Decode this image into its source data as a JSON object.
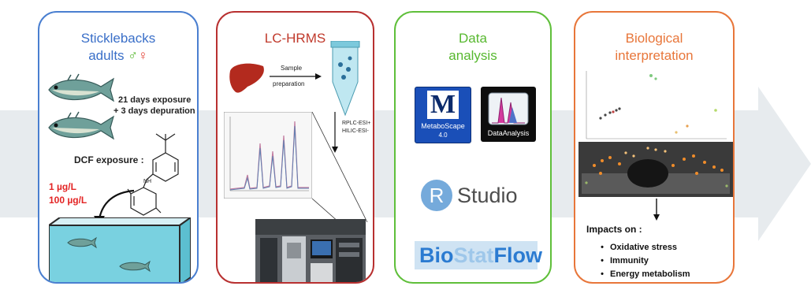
{
  "panels": {
    "p1": {
      "title_line1": "Sticklebacks",
      "title_line2": "adults",
      "sex_male": "♂",
      "sex_female": "♀",
      "exposure_line1": "21 days exposure",
      "exposure_line2": "+ 3 days depuration",
      "dcf_label": "DCF exposure :",
      "dose1": "1 µg/L",
      "dose2": "100 µg/L"
    },
    "p2": {
      "title": "LC-HRMS",
      "prep_line1": "Sample",
      "prep_line2": "preparation",
      "mode1": "RPLC-ESI+",
      "mode2": "HILIC-ESI-"
    },
    "p3": {
      "title_line1": "Data",
      "title_line2": "analysis",
      "metaboscape_letter": "M",
      "metaboscape_name": "MetaboScape",
      "metaboscape_version": "4.0",
      "dataanalysis_name": "DataAnalysis",
      "rstudio_r": "R",
      "rstudio_name": "Studio",
      "biostatflow_a": "Bio",
      "biostatflow_b": "Stat",
      "biostatflow_c": "Flow"
    },
    "p4": {
      "title_line1": "Biological",
      "title_line2": "interpretation",
      "impacts_label": "Impacts on :",
      "impacts": [
        "Oxidative stress",
        "Immunity",
        "Energy metabolism"
      ]
    }
  },
  "colors": {
    "panel1": "#4a7fd0",
    "panel2": "#b83030",
    "panel3": "#5fbf3a",
    "panel4": "#e8763a",
    "title1": "#3a6fc8",
    "title2": "#c0392b",
    "title3": "#57b82f",
    "title4": "#e8763a",
    "arrow": "#e7ebee"
  }
}
